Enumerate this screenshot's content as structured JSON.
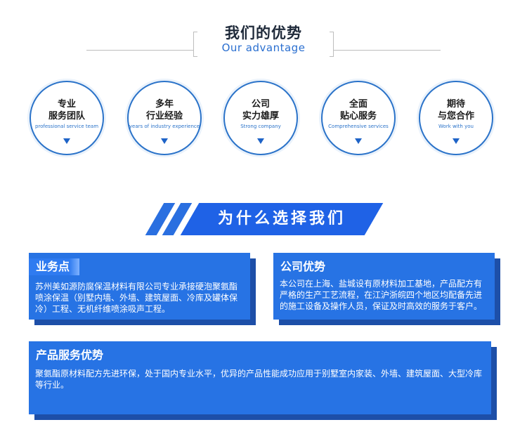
{
  "header": {
    "title": "我们的优势",
    "subtitle": "Our advantage"
  },
  "features": [
    {
      "line1": "专业",
      "line2": "服务团队",
      "en": "professional service team"
    },
    {
      "line1": "多年",
      "line2": "行业经验",
      "en": "years of industry experience"
    },
    {
      "line1": "公司",
      "line2": "实力雄厚",
      "en": "Strong company"
    },
    {
      "line1": "全面",
      "line2": "贴心服务",
      "en": "Comprehensive services"
    },
    {
      "line1": "期待",
      "line2": "与您合作",
      "en": "Work with you"
    }
  ],
  "banner": {
    "title": "为什么选择我们"
  },
  "cards": {
    "business": {
      "title": "业务点",
      "body": "苏州美如源防腐保温材料有限公司专业承接硬泡聚氨酯喷涂保温（别墅内墙、外墙、建筑屋面、冷库及罐体保冷）工程、无机纤维喷涂吸声工程。"
    },
    "company": {
      "title": "公司优势",
      "body": "本公司在上海、盐城设有原材料加工基地，产品配方有严格的生产工艺流程，在江沪浙皖四个地区均配备先进的施工设备及操作人员，保证及时高效的服务于客户。"
    },
    "product": {
      "title": "产品服务优势",
      "body": "聚氨酯原材料配方先进环保，处于国内专业水平，优异的产品性能成功应用于别墅室内家装、外墙、建筑屋面、大型冷库等行业。"
    }
  },
  "colors": {
    "accent": "#2773e4",
    "card_shadow": "#1d4fa8",
    "circle_border": "#2b73c9"
  }
}
